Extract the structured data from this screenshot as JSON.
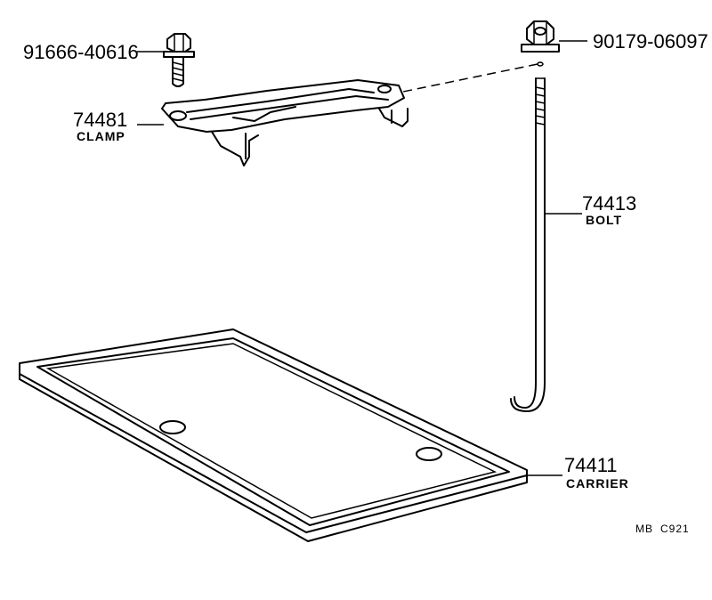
{
  "parts": {
    "bolt_top_left": {
      "number": "91666-40616"
    },
    "nut_top_right": {
      "number": "90179-06097"
    },
    "clamp": {
      "number": "74481",
      "name": "CLAMP"
    },
    "long_bolt": {
      "number": "74413",
      "name": "BOLT"
    },
    "carrier": {
      "number": "74411",
      "name": "CARRIER"
    }
  },
  "footer_code": {
    "prefix": "MB",
    "code": "C921"
  }
}
